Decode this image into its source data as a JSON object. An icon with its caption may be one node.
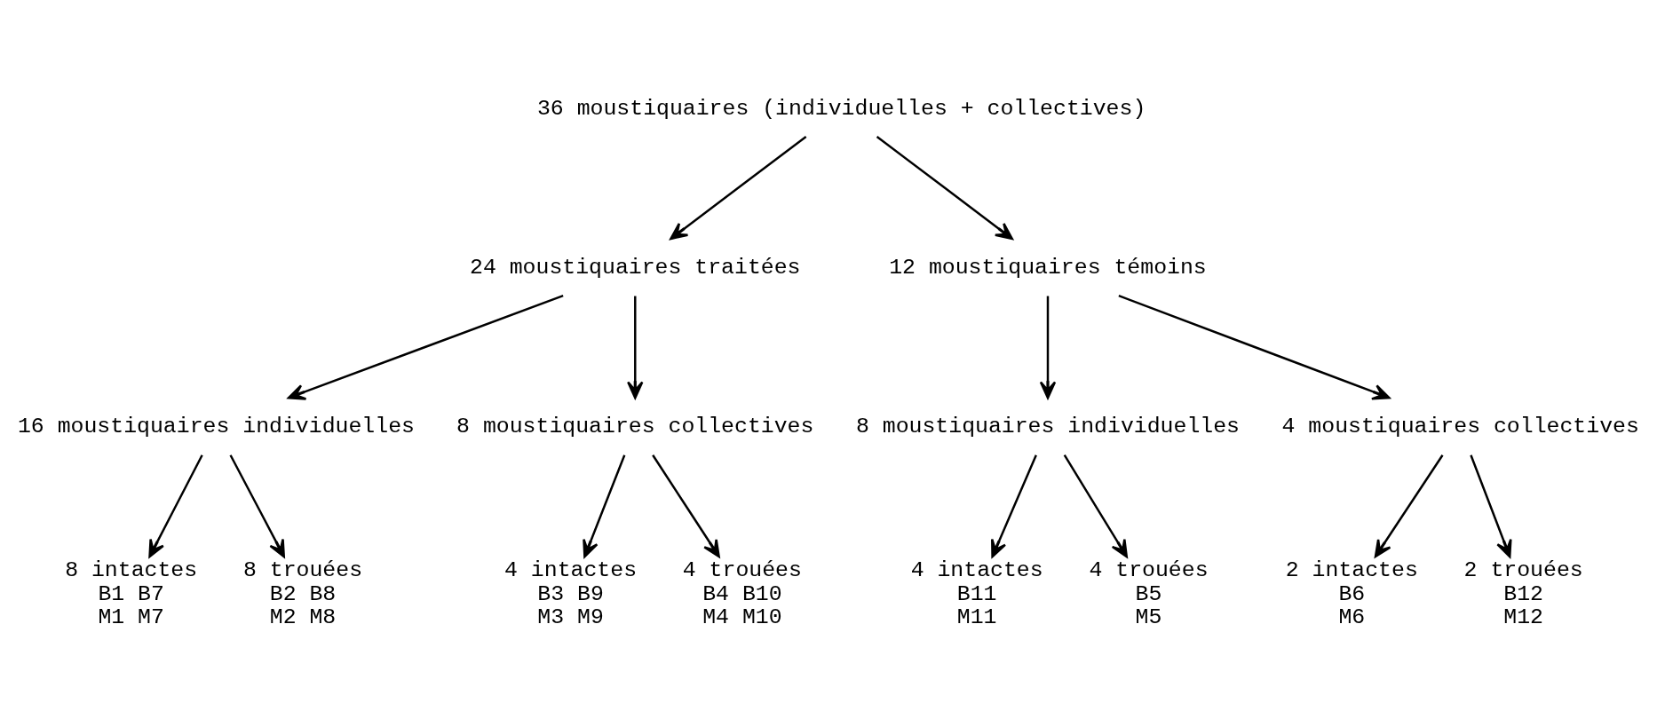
{
  "diagram": {
    "nodes": [
      {
        "text": [
          "36 moustiquaires (individuelles + collectives)"
        ]
      },
      {
        "text": [
          "24 moustiquaires traitées"
        ]
      },
      {
        "text": [
          "12 moustiquaires témoins"
        ]
      },
      {
        "text": [
          "16 moustiquaires individuelles"
        ]
      },
      {
        "text": [
          "8 moustiquaires collectives"
        ]
      },
      {
        "text": [
          "8 moustiquaires individuelles"
        ]
      },
      {
        "text": [
          "4 moustiquaires collectives"
        ]
      },
      {
        "text": [
          "8 intactes",
          "B1 B7",
          "M1 M7"
        ]
      },
      {
        "text": [
          "8 trouées",
          "B2 B8",
          "M2 M8"
        ]
      },
      {
        "text": [
          "4 intactes",
          "B3 B9",
          "M3 M9"
        ]
      },
      {
        "text": [
          "4 trouées",
          "B4 B10",
          "M4 M10"
        ]
      },
      {
        "text": [
          "4 intactes",
          "B11",
          "M11"
        ]
      },
      {
        "text": [
          "4 trouées",
          "B5",
          "M5"
        ]
      },
      {
        "text": [
          "2 intactes",
          "B6",
          "M6"
        ]
      },
      {
        "text": [
          "2 trouées",
          "B12",
          "M12"
        ]
      }
    ],
    "edges": [
      {
        "from": 0,
        "to": 1,
        "arrow": "to"
      },
      {
        "from": 0,
        "to": 2,
        "arrow": "to"
      },
      {
        "from": 1,
        "to": 3,
        "arrow": "to"
      },
      {
        "from": 1,
        "to": 4,
        "arrow": "to"
      },
      {
        "from": 2,
        "to": 5,
        "arrow": "to"
      },
      {
        "from": 2,
        "to": 6,
        "arrow": "to"
      },
      {
        "from": 3,
        "to": 7,
        "arrow": "to"
      },
      {
        "from": 3,
        "to": 8,
        "arrow": "to"
      },
      {
        "from": 4,
        "to": 9,
        "arrow": "to"
      },
      {
        "from": 4,
        "to": 10,
        "arrow": "to"
      },
      {
        "from": 5,
        "to": 11,
        "arrow": "to"
      },
      {
        "from": 5,
        "to": 12,
        "arrow": "to"
      },
      {
        "from": 6,
        "to": 13,
        "arrow": "to"
      },
      {
        "from": 6,
        "to": 14,
        "arrow": "to"
      }
    ]
  }
}
